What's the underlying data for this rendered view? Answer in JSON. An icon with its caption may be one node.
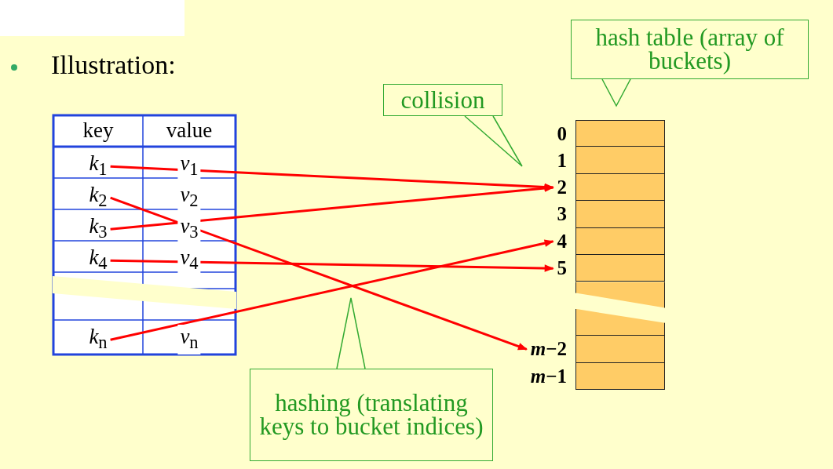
{
  "diagram": {
    "nodes": [
      {
        "text": [
          "*k*$_{1}$"
        ]
      },
      {
        "text": [
          "*k*$_{2}$"
        ]
      },
      {
        "text": [
          "*k*$_{3}$"
        ]
      },
      {
        "text": [
          "*k*$_{4}$"
        ]
      },
      {
        "text": [
          "*k*$_{n}$"
        ]
      },
      {
        "text": [],
        "shape": "box"
      },
      {
        "text": [],
        "shape": "box",
        "in": 5,
        "beside": [
          "0"
        ]
      },
      {
        "text": [],
        "shape": "box",
        "in": 5,
        "beside": [
          "1"
        ]
      },
      {
        "text": [],
        "shape": "box",
        "in": 5,
        "beside": [
          "2"
        ]
      },
      {
        "text": [],
        "shape": "box",
        "in": 5,
        "beside": [
          "3"
        ]
      },
      {
        "text": [],
        "shape": "box",
        "in": 5,
        "beside": [
          "4"
        ]
      },
      {
        "text": [],
        "shape": "box",
        "in": 5,
        "beside": [
          "5"
        ]
      },
      {
        "text": [],
        "shape": "box",
        "in": 5
      },
      {
        "text": [],
        "shape": "box",
        "in": 5
      },
      {
        "text": [],
        "shape": "box",
        "in": 5,
        "beside": [
          "*m*−2"
        ]
      },
      {
        "text": [],
        "shape": "box",
        "in": 5,
        "beside": [
          "*m*−1"
        ]
      },
      {
        "text": [
          "collision"
        ]
      },
      {
        "text": [
          "hash table (array of buckets)"
        ]
      },
      {
        "text": [
          "hashing (translating keys to bucket indices)"
        ]
      }
    ],
    "edges": [
      {
        "from": 0,
        "to": 8,
        "arrow": "to"
      },
      {
        "from": 1,
        "to": 14,
        "arrow": "to"
      },
      {
        "from": 2,
        "to": 8,
        "arrow": "to"
      },
      {
        "from": 3,
        "to": 11,
        "arrow": "to"
      },
      {
        "from": 4,
        "to": 10,
        "arrow": "to"
      },
      {
        "from": 16,
        "to": null,
        "arrow": "none",
        "color": "#33aa33"
      },
      {
        "from": 17,
        "to": 5,
        "arrow": "none",
        "color": "#33aa33"
      },
      {
        "from": 18,
        "to": null,
        "arrow": "none",
        "color": "#33aa33"
      }
    ],
    "labels": [
      "Illustration:",
      "key",
      "value",
      "*v*$_{1}$",
      "*v*$_{2}$",
      "*v*$_{3}$",
      "*v*$_{4}$",
      "*v*$_{n}$"
    ]
  }
}
